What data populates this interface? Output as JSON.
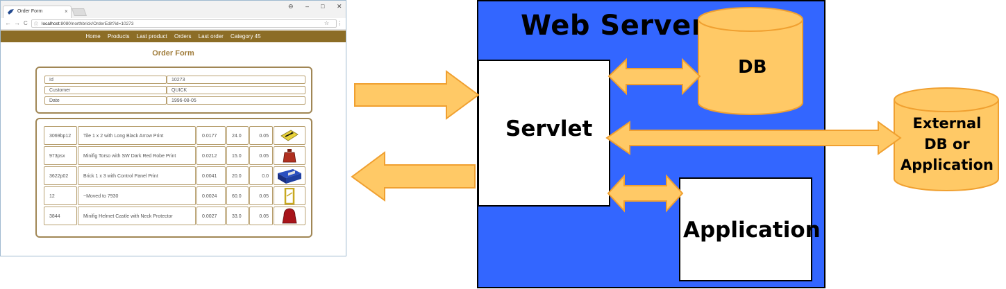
{
  "browser": {
    "tab_title": "Order Form",
    "tab_close": "×",
    "window_controls": [
      "⊖",
      "–",
      "□",
      "✕"
    ],
    "nav_buttons": [
      "←",
      "→",
      "C"
    ],
    "url_info": "ⓘ",
    "url_host": "localhost",
    "url_rest": ":8080/northbrick/OrderEdit?id=10273",
    "star": "☆",
    "menu": "⋮",
    "nav_items": [
      "Home",
      "Products",
      "Last product",
      "Orders",
      "Last order",
      "Category 45"
    ],
    "form_title": "Order Form",
    "fields": [
      {
        "label": "Id",
        "value": "10273"
      },
      {
        "label": "Customer",
        "value": "QUICK"
      },
      {
        "label": "Date",
        "value": "1996-08-05"
      }
    ],
    "lines": [
      {
        "code": "3069bp12",
        "name": "Tile 1 x 2 with Long Black Arrow Print",
        "price": "0.0177",
        "qty": "24.0",
        "disc": "0.05",
        "image": "tile-arrow-icon"
      },
      {
        "code": "973psx",
        "name": "Minifig Torso with SW Dark Red Robe Print",
        "price": "0.0212",
        "qty": "15.0",
        "disc": "0.05",
        "image": "torso-icon"
      },
      {
        "code": "3622p02",
        "name": "Brick 1 x 3 with Control Panel Print",
        "price": "0.0041",
        "qty": "20.0",
        "disc": "0.0",
        "image": "brick-icon"
      },
      {
        "code": "12",
        "name": "~Moved to 7930",
        "price": "0.0024",
        "qty": "60.0",
        "disc": "0.05",
        "image": "frame-icon"
      },
      {
        "code": "3844",
        "name": "Minifig Helmet Castle with Neck Protector",
        "price": "0.0027",
        "qty": "33.0",
        "disc": "0.05",
        "image": "helmet-icon"
      }
    ],
    "colors": {
      "navbar": "#8c6d26",
      "title": "#a07c3a",
      "border": "#b8a070"
    }
  },
  "diagram": {
    "web_server_label": "Web Server",
    "servlet_label": "Servlet",
    "application_label": "Application",
    "db_label": "DB",
    "external_label_lines": [
      "External",
      "DB or",
      "Application"
    ],
    "colors": {
      "web_server": "#3366ff",
      "arrow_fill": "#ffc966",
      "arrow_stroke": "#f0a030",
      "cylinder_fill": "#ffc966"
    }
  }
}
